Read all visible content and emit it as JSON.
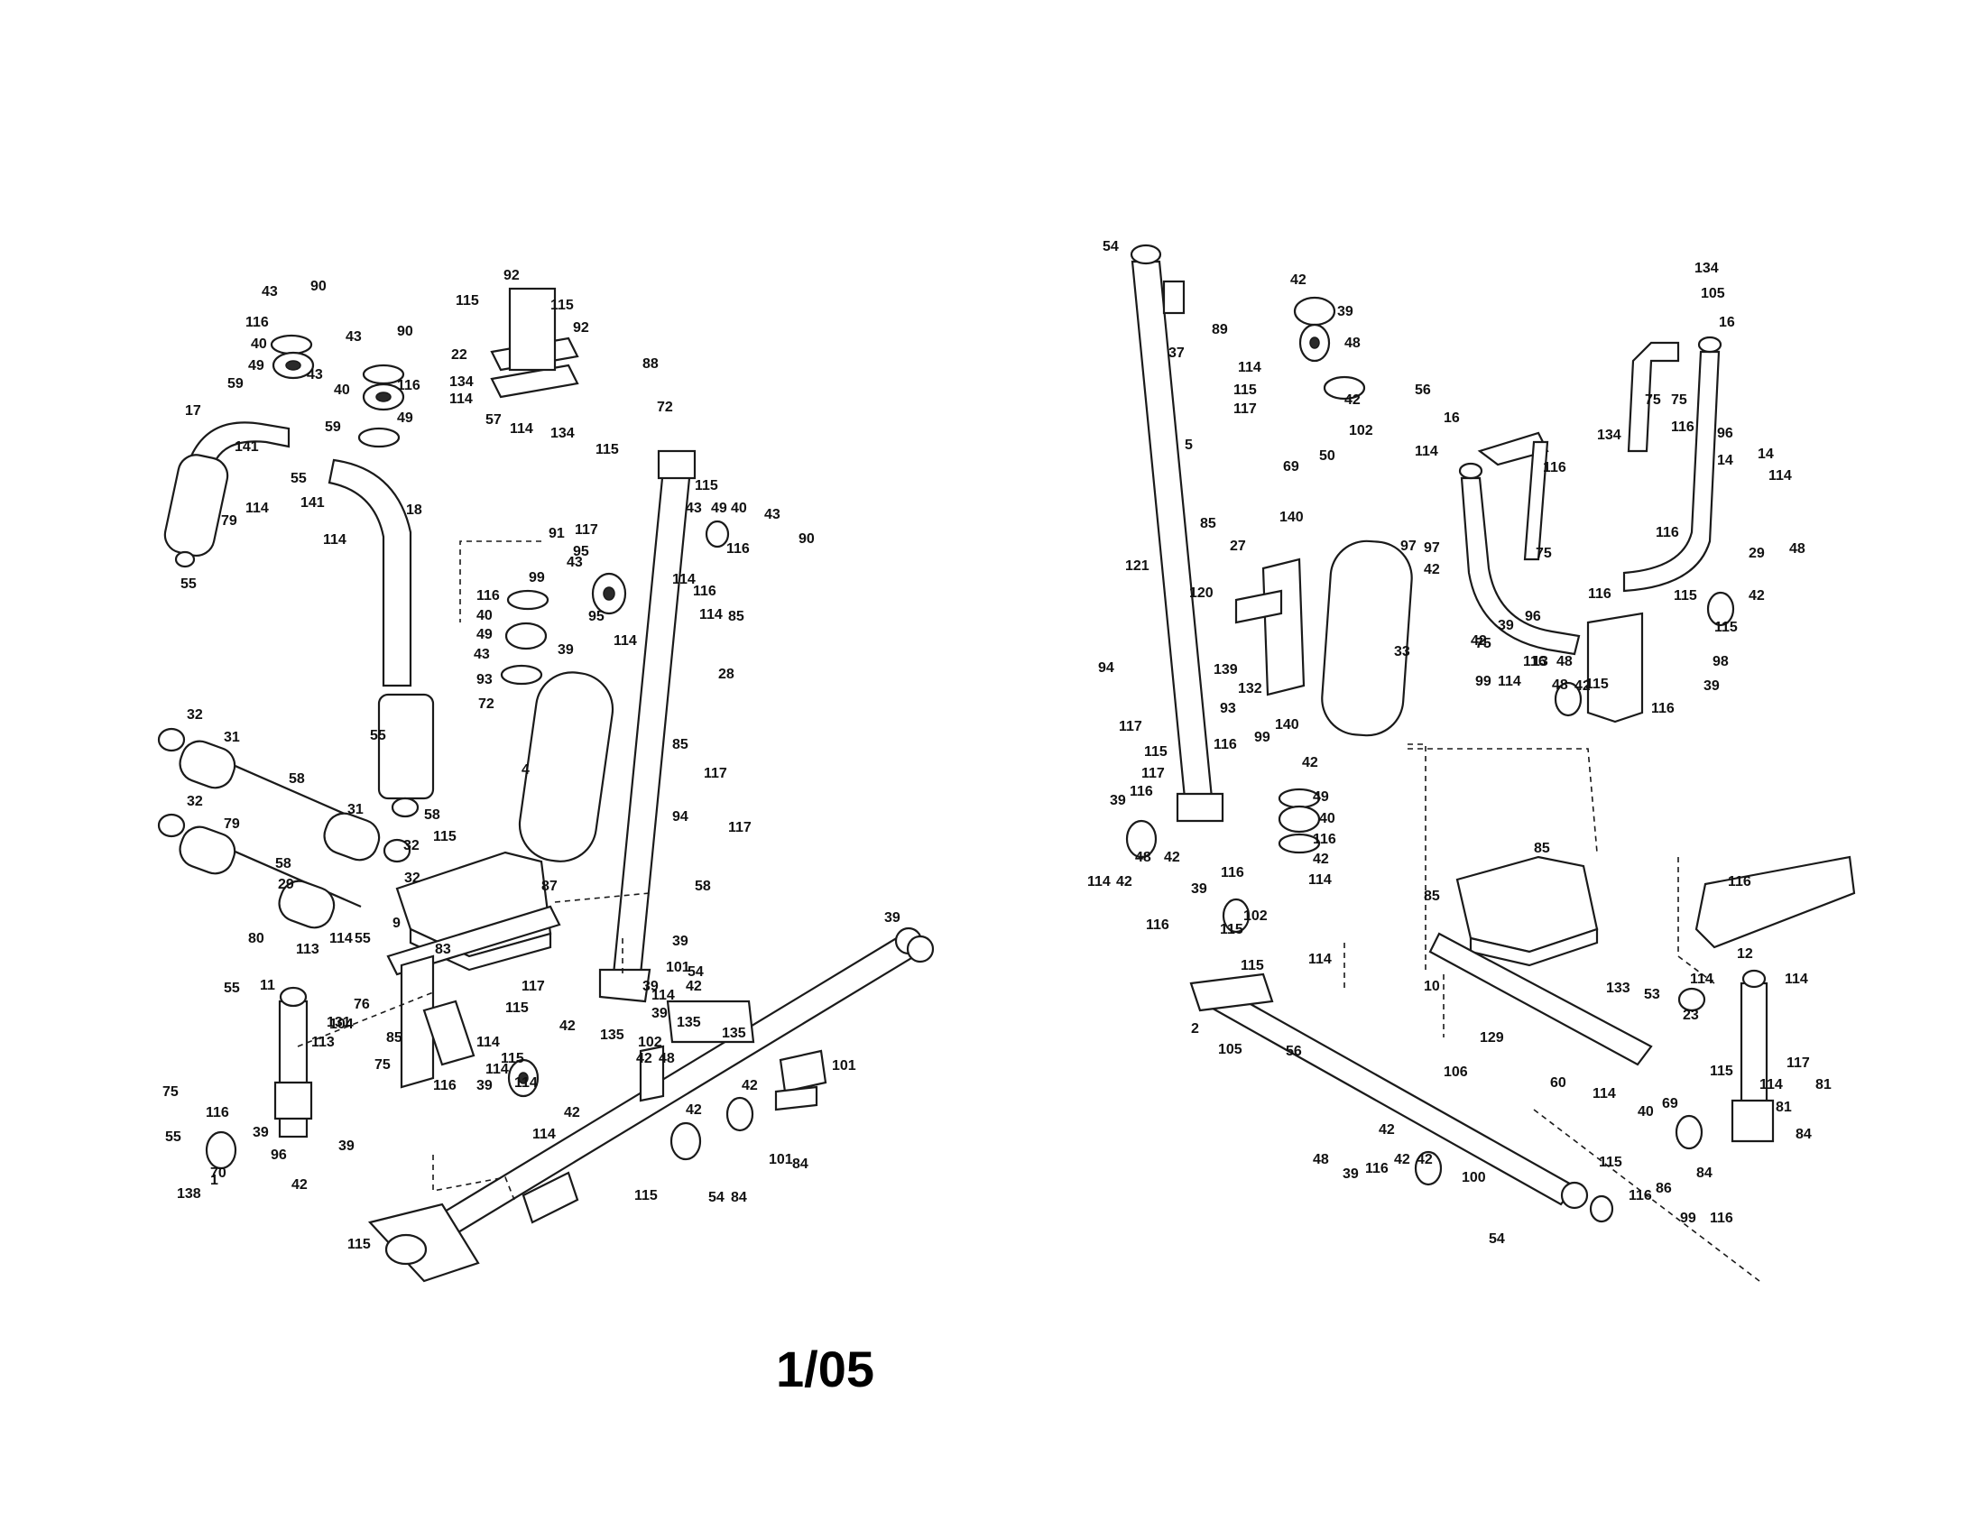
{
  "page_code": "1/05",
  "left_assembly": {
    "callouts": [
      "43",
      "90",
      "116",
      "40",
      "49",
      "43",
      "59",
      "17",
      "141",
      "55",
      "114",
      "141",
      "114",
      "18",
      "79",
      "55",
      "43",
      "90",
      "40",
      "116",
      "59",
      "49",
      "92",
      "115",
      "92",
      "22",
      "134",
      "114",
      "57",
      "114",
      "134",
      "115",
      "88",
      "72",
      "115",
      "115",
      "91",
      "117",
      "95",
      "43",
      "49",
      "40",
      "43",
      "90",
      "116",
      "114",
      "99",
      "43",
      "116",
      "40",
      "49",
      "43",
      "93",
      "72",
      "39",
      "95",
      "114",
      "116",
      "114",
      "85",
      "28",
      "4",
      "85",
      "117",
      "94",
      "117",
      "58",
      "32",
      "31",
      "58",
      "32",
      "79",
      "55",
      "58",
      "32",
      "31",
      "58",
      "32",
      "29",
      "115",
      "87",
      "80",
      "113",
      "114",
      "55",
      "9",
      "83",
      "55",
      "11",
      "113",
      "131",
      "76",
      "85",
      "104",
      "117",
      "115",
      "114",
      "115",
      "114",
      "75",
      "116",
      "39",
      "75",
      "116",
      "55",
      "70",
      "39",
      "96",
      "39",
      "138",
      "1",
      "42",
      "114",
      "42",
      "114",
      "135",
      "42",
      "102",
      "42",
      "39",
      "48",
      "39",
      "114",
      "42",
      "39",
      "101",
      "54",
      "135",
      "135",
      "39",
      "42",
      "101",
      "42",
      "101",
      "84",
      "54",
      "84",
      "115",
      "115"
    ]
  },
  "right_assembly": {
    "callouts": [
      "54",
      "89",
      "37",
      "5",
      "42",
      "39",
      "48",
      "114",
      "115",
      "117",
      "42",
      "102",
      "50",
      "69",
      "85",
      "140",
      "27",
      "120",
      "121",
      "33",
      "139",
      "132",
      "140",
      "94",
      "117",
      "93",
      "116",
      "99",
      "115",
      "117",
      "42",
      "49",
      "40",
      "116",
      "42",
      "114",
      "39",
      "116",
      "48",
      "114",
      "42",
      "42",
      "116",
      "39",
      "116",
      "115",
      "102",
      "115",
      "114",
      "2",
      "105",
      "56",
      "134",
      "16",
      "105",
      "134",
      "56",
      "16",
      "114",
      "116",
      "75",
      "75",
      "116",
      "96",
      "14",
      "14",
      "114",
      "116",
      "75",
      "97",
      "97",
      "42",
      "75",
      "116",
      "96",
      "39",
      "42",
      "116",
      "48",
      "115",
      "13",
      "99",
      "114",
      "48",
      "42",
      "39",
      "116",
      "98",
      "42",
      "48",
      "29",
      "115",
      "115",
      "85",
      "85",
      "10",
      "129",
      "60",
      "133",
      "53",
      "114",
      "23",
      "12",
      "114",
      "116",
      "115",
      "117",
      "114",
      "81",
      "81",
      "84",
      "106",
      "42",
      "48",
      "39",
      "116",
      "42",
      "42",
      "100",
      "115",
      "116",
      "114",
      "40",
      "69",
      "86",
      "99",
      "116",
      "84",
      "54"
    ]
  },
  "colors": {
    "ink": "#1a1a1a",
    "paper": "#ffffff"
  }
}
